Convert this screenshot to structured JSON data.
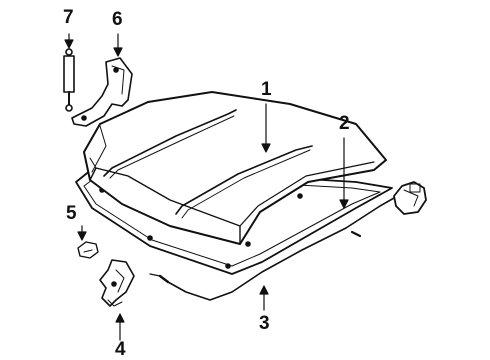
{
  "diagram": {
    "callouts": {
      "hood": "1",
      "hood_insulator": "2",
      "release_cable": "3",
      "hood_latch": "4",
      "latch_bumper": "5",
      "hood_hinge": "6",
      "support_strut": "7"
    }
  }
}
